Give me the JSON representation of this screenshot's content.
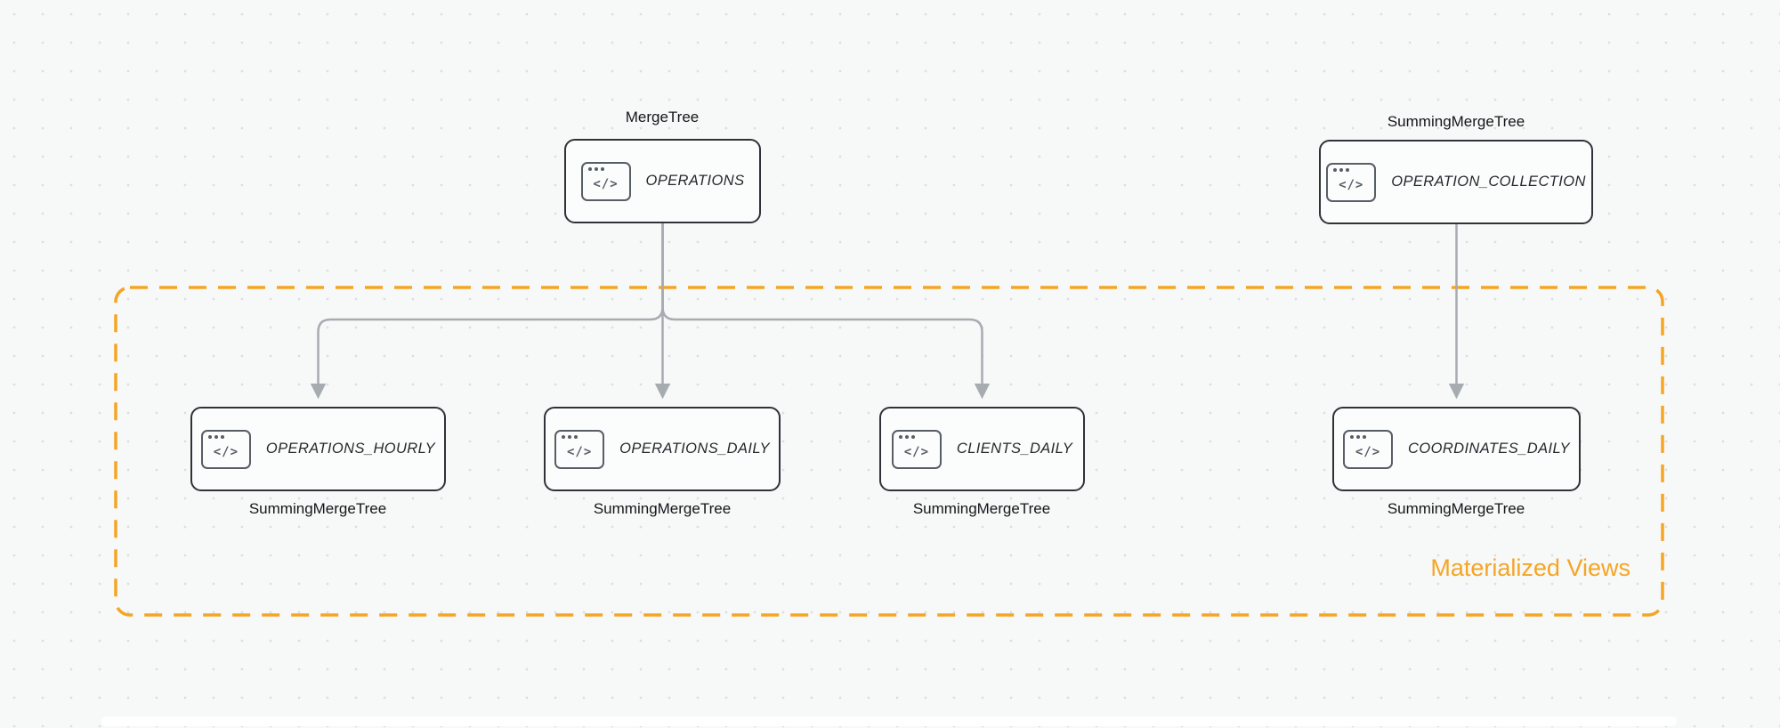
{
  "diagram": {
    "group": {
      "label": "Materialized Views",
      "border_color": "#F5A524",
      "label_color": "#F5A524"
    },
    "arrow_color": "#A7ACB1",
    "icon": {
      "glyph": "</>"
    },
    "nodes": [
      {
        "table": "OPERATIONS",
        "engine": "MergeTree"
      },
      {
        "table": "OPERATION_COLLECTION",
        "engine": "SummingMergeTree"
      },
      {
        "table": "OPERATIONS_HOURLY",
        "engine": "SummingMergeTree"
      },
      {
        "table": "OPERATIONS_DAILY",
        "engine": "SummingMergeTree"
      },
      {
        "table": "CLIENTS_DAILY",
        "engine": "SummingMergeTree"
      },
      {
        "table": "COORDINATES_DAILY",
        "engine": "SummingMergeTree"
      }
    ]
  }
}
